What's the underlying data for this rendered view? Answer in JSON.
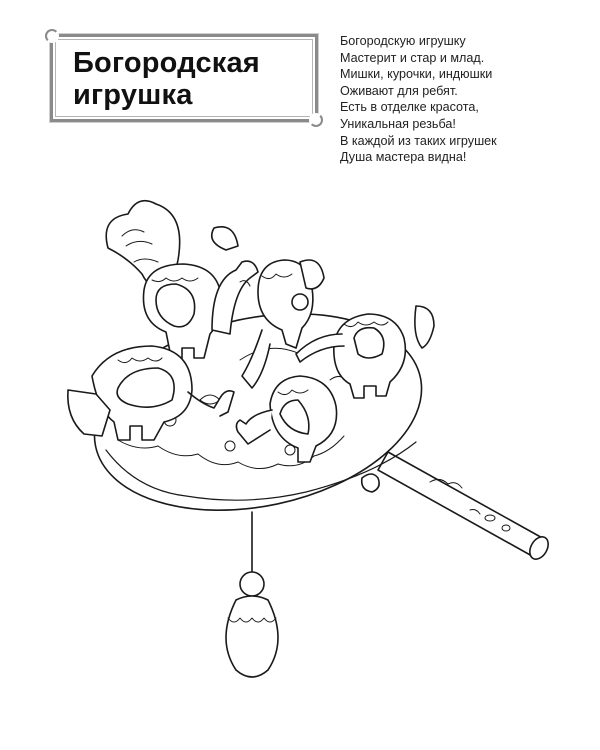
{
  "title": {
    "line1": "Богородская",
    "line2": "игрушка"
  },
  "poem": {
    "lines": [
      "Богородскую игрушку",
      "Мастерит и стар и млад.",
      "Мишки, курочки, индюшки",
      "Оживают для ребят.",
      "Есть в отделке красота,",
      "Уникальная резьба!",
      "В каждой из таких игрушек",
      "Душа мастера видна!"
    ]
  },
  "illustration": {
    "subject": "bogorodskaya-pecking-hens-toy",
    "style": "line-art coloring page",
    "line_color": "#1a1a1a"
  }
}
